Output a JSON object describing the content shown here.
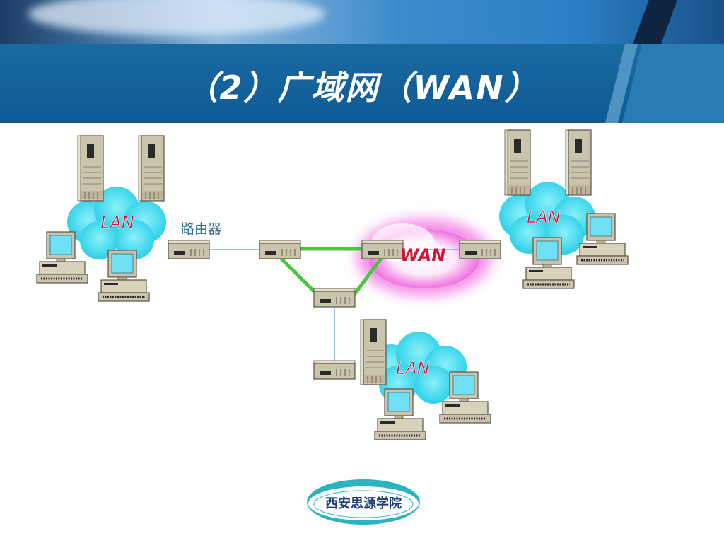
{
  "slide": {
    "title": "（2）广域网（WAN）"
  },
  "diagram": {
    "lan_label": "LAN",
    "wan_label": "WAN",
    "router_label": "路由器",
    "colors": {
      "lan_cloud": "#3fdcf2",
      "wan_glow": "#f06ce0",
      "wan_link": "#46c83a",
      "lan_link": "#7ab3d6",
      "device": "#cbc4ad"
    }
  },
  "logo": {
    "text": "西安思源学院"
  }
}
